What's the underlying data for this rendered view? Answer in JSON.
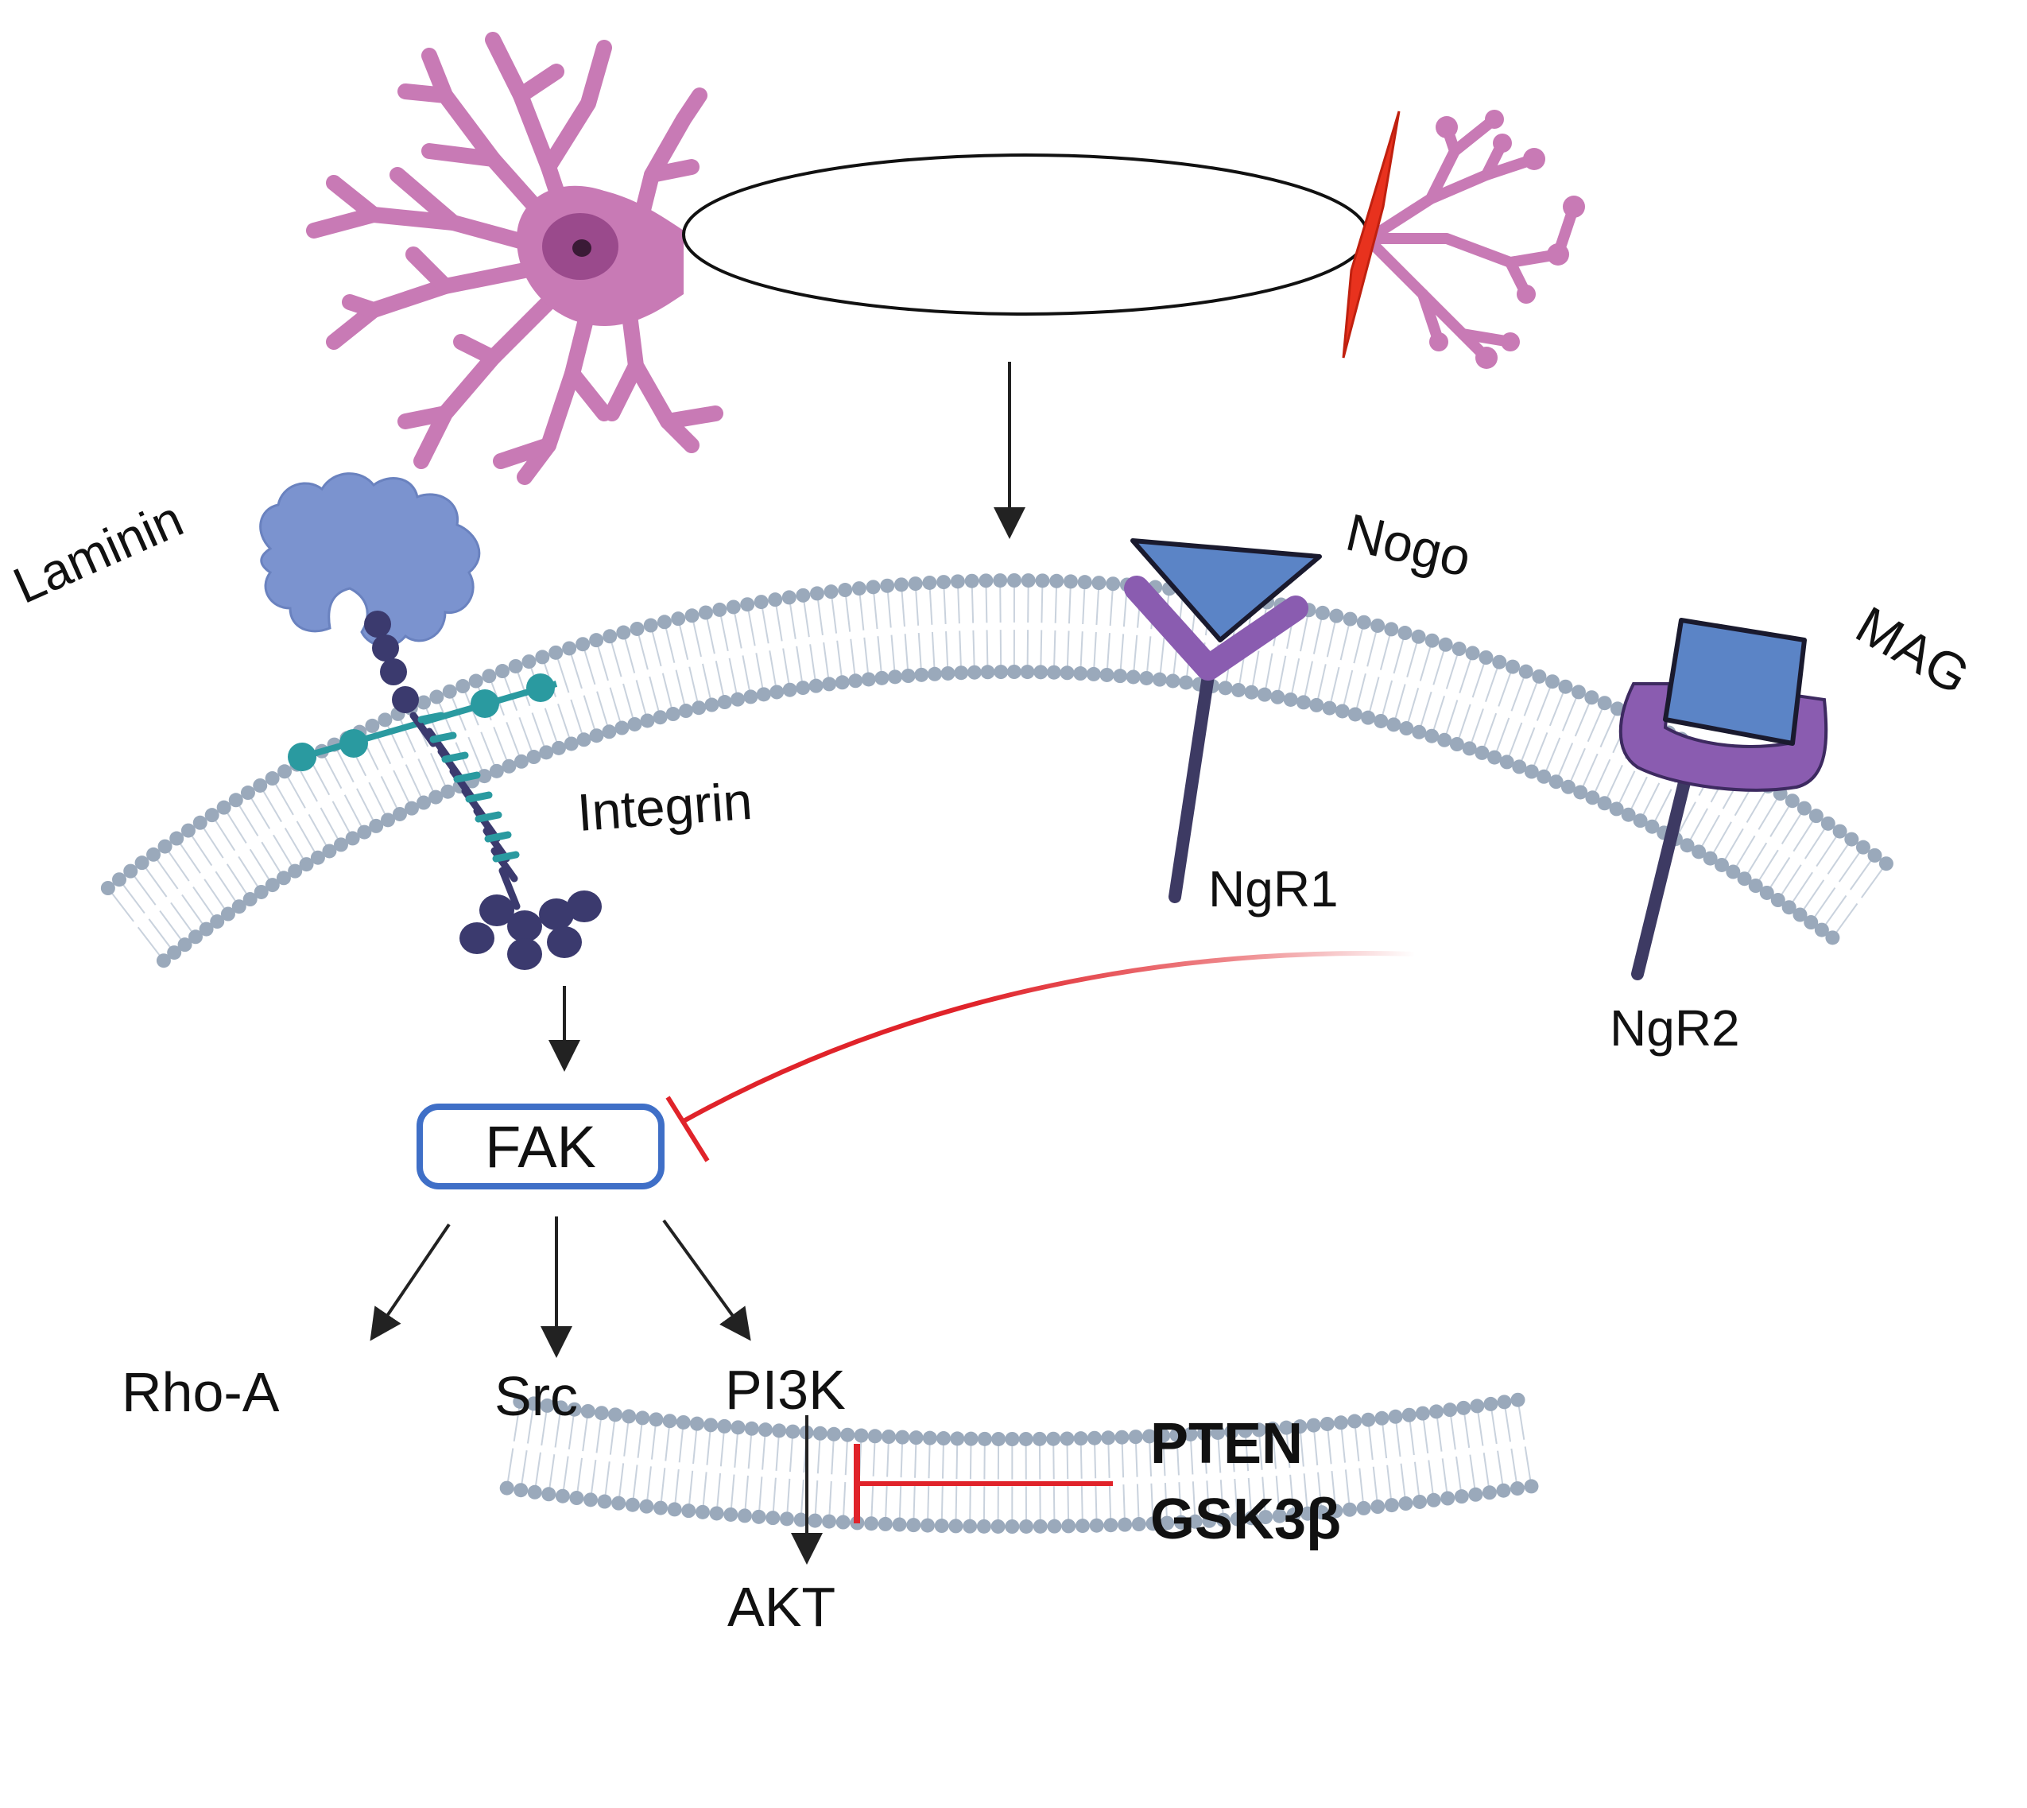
{
  "labels": {
    "laminin": "Laminin",
    "integrin": "Integrin",
    "nogo": "Nogo",
    "mag": "MAG",
    "ngr1": "NgR1",
    "ngr2": "NgR2",
    "fak": "FAK",
    "rhoa": "Rho-A",
    "src": "Src",
    "pi3k": "PI3K",
    "akt": "AKT",
    "pten": "PTEN",
    "gsk3b": "GSK3β"
  },
  "colors": {
    "neuron": "#c87ab5",
    "neuron_dark": "#a85a98",
    "nucleus": "#9a4a8c",
    "membrane_head": "#9aa9bb",
    "membrane_tail": "#c9d2dd",
    "laminin": "#7b93cf",
    "integrin_dark": "#3b3a6e",
    "integrin_teal": "#2a9aa0",
    "receptor": "#3d3a63",
    "receptor_purple": "#8a5cb0",
    "ligand_blue": "#5b84c6",
    "fak_border": "#3f6fc7",
    "inhibit_red": "#e0232a",
    "synapse_red": "#e8321e",
    "arrow": "#222222"
  }
}
